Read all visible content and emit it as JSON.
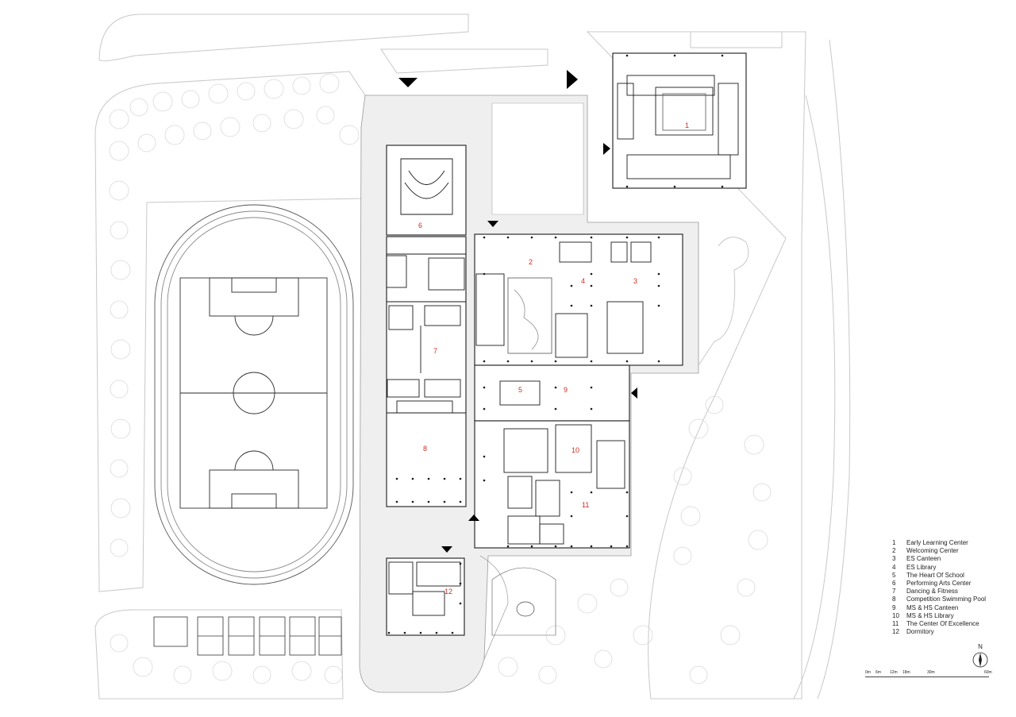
{
  "site_plan": {
    "buildings": [
      {
        "number": "1",
        "name": "Early Learning Center"
      },
      {
        "number": "2",
        "name": "Welcoming Center"
      },
      {
        "number": "3",
        "name": "ES Canteen"
      },
      {
        "number": "4",
        "name": "ES Library"
      },
      {
        "number": "5",
        "name": "The Heart Of School"
      },
      {
        "number": "6",
        "name": "Performing Arts Center"
      },
      {
        "number": "7",
        "name": "Dancing & Fitness"
      },
      {
        "number": "8",
        "name": "Competition Swimming Pool"
      },
      {
        "number": "9",
        "name": "MS & HS Canteen"
      },
      {
        "number": "10",
        "name": "MS & HS Library"
      },
      {
        "number": "11",
        "name": "The Center Of Excellence"
      },
      {
        "number": "12",
        "name": "Dormitory"
      }
    ],
    "north_label": "N",
    "scale_labels": [
      "0m",
      "6m",
      "12m",
      "18m",
      "30m",
      "60m"
    ],
    "colors": {
      "label": "#d42a20",
      "line": "#1a1a1a",
      "faint": "#c8c8c8",
      "paving": "#ededed",
      "entrance": "#000000"
    }
  }
}
